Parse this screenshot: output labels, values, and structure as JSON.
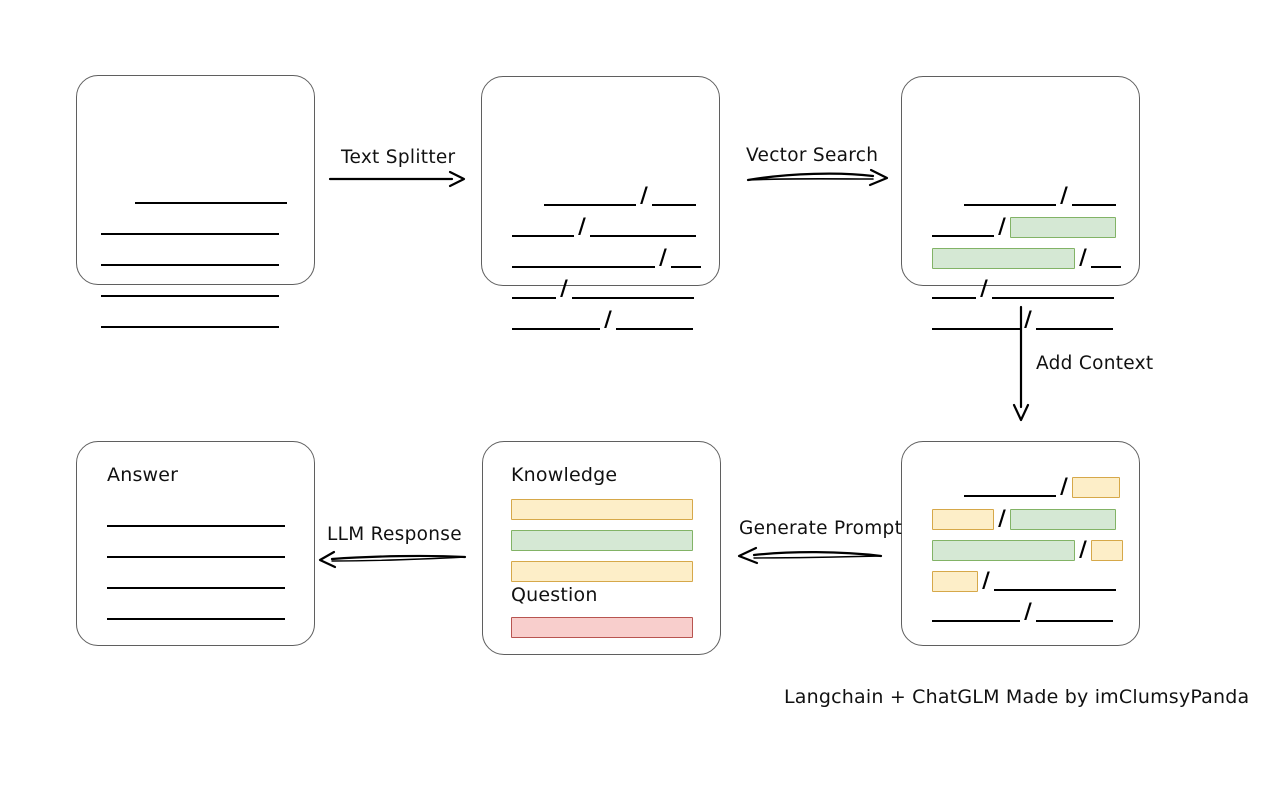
{
  "diagram": {
    "caption": "Langchain + ChatGLM Made by imClumsyPanda",
    "arrows": [
      {
        "label": "Text Splitter",
        "direction": "right"
      },
      {
        "label": "Vector Search",
        "direction": "right"
      },
      {
        "label": "Add Context",
        "direction": "down"
      },
      {
        "label": "Generate Prompt",
        "direction": "left"
      },
      {
        "label": "LLM Response",
        "direction": "left"
      }
    ],
    "colors": {
      "green_fill": "#d5e8d4",
      "green_border": "#82b366",
      "yellow_fill": "#fdeec8",
      "yellow_border": "#d6a849",
      "red_fill": "#f8cecc",
      "red_border": "#b85450",
      "box_border": "#5f5f5f",
      "ink": "#000000",
      "background": "#ffffff"
    },
    "boxes": [
      {
        "name": "source-document",
        "title": "",
        "rows": [
          [
            {
              "kind": "line",
              "width": 152,
              "indent": 58
            }
          ],
          [
            {
              "kind": "line",
              "width": 178,
              "indent": 24
            }
          ],
          [
            {
              "kind": "line",
              "width": 178,
              "indent": 24
            }
          ],
          [
            {
              "kind": "line",
              "width": 178,
              "indent": 24
            }
          ],
          [
            {
              "kind": "line",
              "width": 178,
              "indent": 24
            }
          ]
        ]
      },
      {
        "name": "split-chunks",
        "title": "",
        "rows": [
          [
            {
              "kind": "line",
              "width": 92,
              "indent": 62
            },
            {
              "kind": "slash"
            },
            {
              "kind": "line",
              "width": 44
            }
          ],
          [
            {
              "kind": "line",
              "width": 62,
              "indent": 30
            },
            {
              "kind": "slash"
            },
            {
              "kind": "line",
              "width": 106
            }
          ],
          [
            {
              "kind": "line",
              "width": 143,
              "indent": 30
            },
            {
              "kind": "slash"
            },
            {
              "kind": "line",
              "width": 30
            }
          ],
          [
            {
              "kind": "line",
              "width": 44,
              "indent": 30
            },
            {
              "kind": "slash"
            },
            {
              "kind": "line",
              "width": 122
            }
          ],
          [
            {
              "kind": "line",
              "width": 88,
              "indent": 30
            },
            {
              "kind": "slash"
            },
            {
              "kind": "line",
              "width": 77
            }
          ]
        ]
      },
      {
        "name": "vector-search-results",
        "title": "",
        "rows": [
          [
            {
              "kind": "line",
              "width": 92,
              "indent": 62
            },
            {
              "kind": "slash"
            },
            {
              "kind": "line",
              "width": 44
            }
          ],
          [
            {
              "kind": "line",
              "width": 62,
              "indent": 30
            },
            {
              "kind": "slash"
            },
            {
              "kind": "chip",
              "color": "green",
              "width": 106
            }
          ],
          [
            {
              "kind": "chip",
              "color": "green",
              "width": 143,
              "indent": 30
            },
            {
              "kind": "slash"
            },
            {
              "kind": "line",
              "width": 30
            }
          ],
          [
            {
              "kind": "line",
              "width": 44,
              "indent": 30
            },
            {
              "kind": "slash"
            },
            {
              "kind": "line",
              "width": 122
            }
          ],
          [
            {
              "kind": "line",
              "width": 88,
              "indent": 30
            },
            {
              "kind": "slash"
            },
            {
              "kind": "line",
              "width": 77
            }
          ]
        ]
      },
      {
        "name": "context-added-chunks",
        "title": "",
        "rows": [
          [
            {
              "kind": "line",
              "width": 92,
              "indent": 62
            },
            {
              "kind": "slash"
            },
            {
              "kind": "chip",
              "color": "yellow",
              "width": 48
            }
          ],
          [
            {
              "kind": "chip",
              "color": "yellow",
              "width": 62,
              "indent": 30
            },
            {
              "kind": "slash"
            },
            {
              "kind": "chip",
              "color": "green",
              "width": 106
            }
          ],
          [
            {
              "kind": "chip",
              "color": "green",
              "width": 143,
              "indent": 30
            },
            {
              "kind": "slash"
            },
            {
              "kind": "chip",
              "color": "yellow",
              "width": 32
            }
          ],
          [
            {
              "kind": "chip",
              "color": "yellow",
              "width": 46,
              "indent": 30
            },
            {
              "kind": "slash"
            },
            {
              "kind": "line",
              "width": 122
            }
          ],
          [
            {
              "kind": "line",
              "width": 88,
              "indent": 30
            },
            {
              "kind": "slash"
            },
            {
              "kind": "line",
              "width": 77
            }
          ]
        ]
      },
      {
        "name": "prompt",
        "title": "Knowledge",
        "subtitle": "Question",
        "rows": [
          [
            {
              "kind": "chip",
              "color": "yellow",
              "width": 182,
              "indent": 28
            }
          ],
          [
            {
              "kind": "chip",
              "color": "green",
              "width": 182,
              "indent": 28
            }
          ],
          [
            {
              "kind": "chip",
              "color": "yellow",
              "width": 182,
              "indent": 28
            }
          ],
          [
            {
              "kind": "chip",
              "color": "red",
              "width": 182,
              "indent": 28
            }
          ]
        ]
      },
      {
        "name": "answer",
        "title": "Answer",
        "rows": [
          [
            {
              "kind": "line",
              "width": 178,
              "indent": 30
            }
          ],
          [
            {
              "kind": "line",
              "width": 178,
              "indent": 30
            }
          ],
          [
            {
              "kind": "line",
              "width": 178,
              "indent": 30
            }
          ],
          [
            {
              "kind": "line",
              "width": 178,
              "indent": 30
            }
          ]
        ]
      }
    ]
  }
}
